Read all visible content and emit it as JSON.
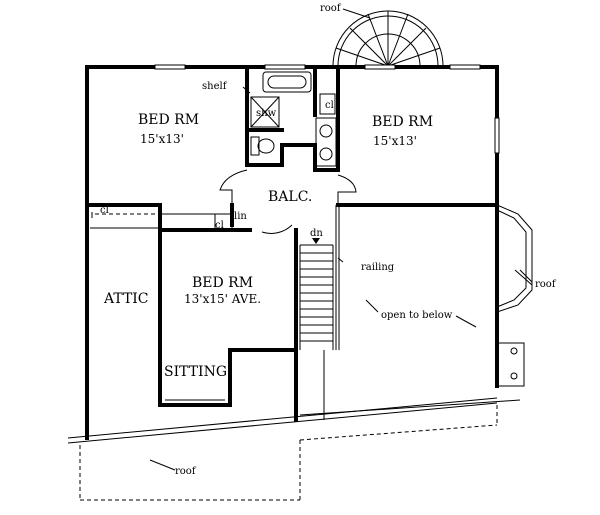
{
  "labels": {
    "roof_top": "roof",
    "shelf": "shelf",
    "shower": "shw",
    "closet_upper_right": "cl",
    "bed1_name": "BED RM",
    "bed1_size": "15'x13'",
    "bed2_name": "BED RM",
    "bed2_size": "15'x13'",
    "balcony": "BALC.",
    "closet_left": "cl",
    "closet_mid": "cl",
    "linen": "lin",
    "stair_dn": "dn",
    "railing": "railing",
    "roof_right": "roof",
    "attic": "ATTIC",
    "bed3_name": "BED RM",
    "bed3_size": "13'x15' AVE.",
    "open_below": "open to below",
    "sitting": "SITTING",
    "roof_bottom": "roof"
  }
}
